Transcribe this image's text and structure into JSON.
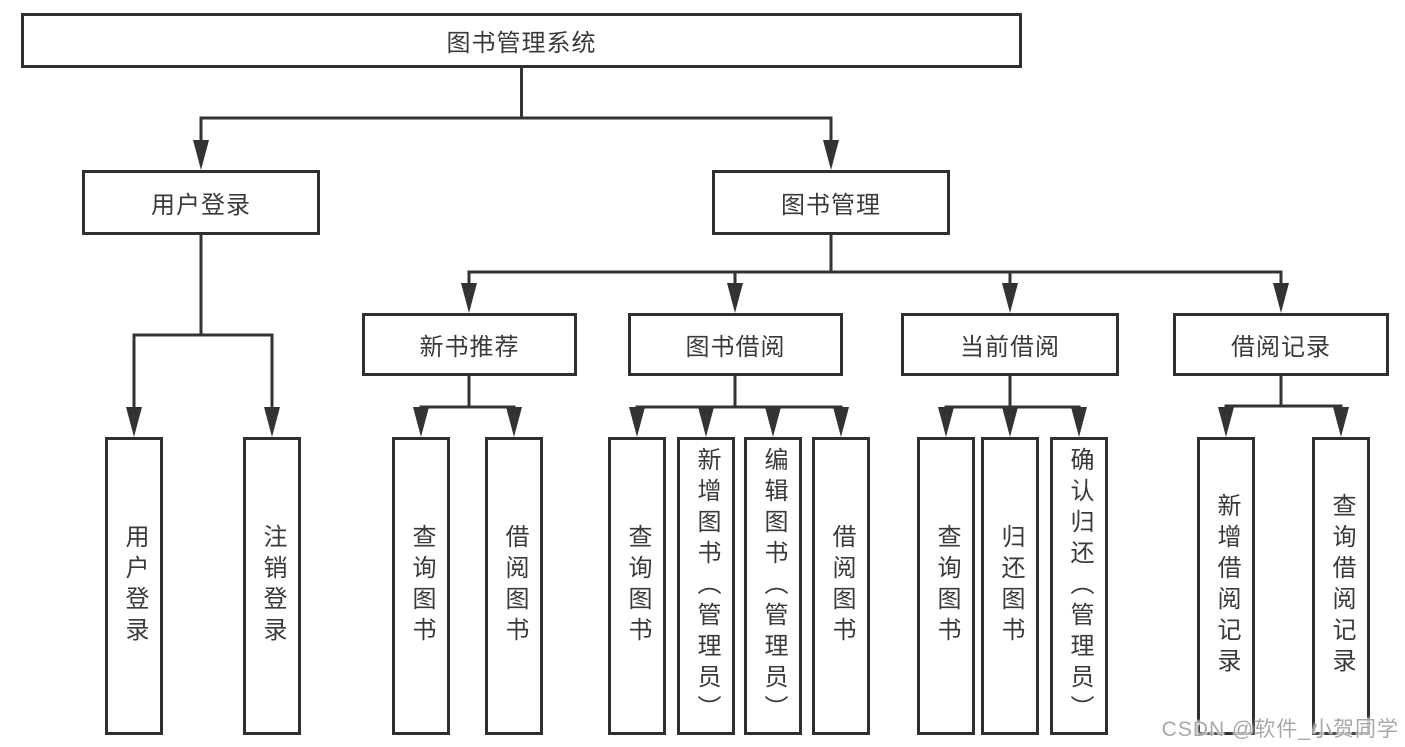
{
  "tree": {
    "label": "图书管理系统",
    "children": [
      {
        "label": "用户登录",
        "children": [
          {
            "label": "用户登录"
          },
          {
            "label": "注销登录"
          }
        ]
      },
      {
        "label": "图书管理",
        "children": [
          {
            "label": "新书推荐",
            "children": [
              {
                "label": "查询图书"
              },
              {
                "label": "借阅图书"
              }
            ]
          },
          {
            "label": "图书借阅",
            "children": [
              {
                "label": "查询图书"
              },
              {
                "label": "新增图书（管理员）"
              },
              {
                "label": "编辑图书（管理员）"
              },
              {
                "label": "借阅图书"
              }
            ]
          },
          {
            "label": "当前借阅",
            "children": [
              {
                "label": "查询图书"
              },
              {
                "label": "归还图书"
              },
              {
                "label": "确认归还（管理员）"
              }
            ]
          },
          {
            "label": "借阅记录",
            "children": [
              {
                "label": "新增借阅记录"
              },
              {
                "label": "查询借阅记录"
              }
            ]
          }
        ]
      }
    ]
  },
  "watermark": "CSDN @软件_小贺同学",
  "colors": {
    "border": "#2f2f2f",
    "connector": "#333333",
    "text": "#3a3a3a",
    "watermark": "#a8a8a8",
    "background": "#ffffff"
  }
}
